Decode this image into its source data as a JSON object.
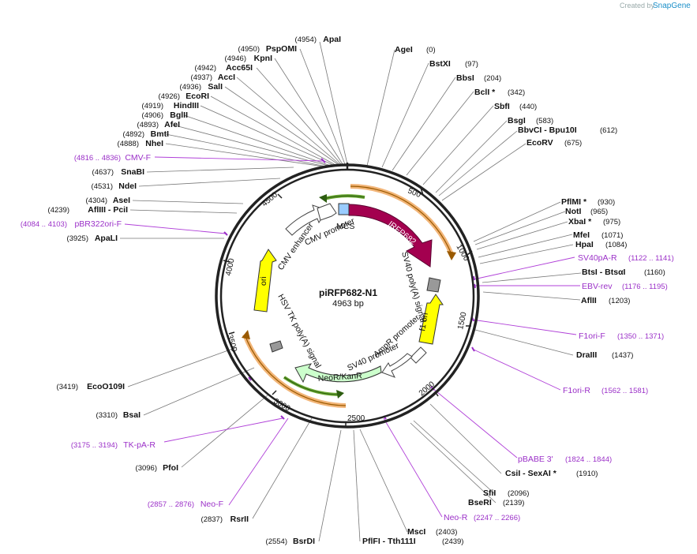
{
  "watermark": {
    "prefix": "Created by",
    "brand": "SnapGene"
  },
  "plasmid": {
    "name": "piRFP682-N1",
    "size_label": "4963 bp"
  },
  "ticks": [
    "500",
    "1000",
    "1500",
    "2000",
    "2500",
    "3000",
    "3500",
    "4000",
    "4500"
  ],
  "features": [
    {
      "label": "IRFP682",
      "color": "#a3004f"
    },
    {
      "label": "SV40 poly(A) signal",
      "color": "#999999"
    },
    {
      "label": "f1 ori",
      "color": "#ffff00"
    },
    {
      "label": "AmpR promoter",
      "color": "#ffffff"
    },
    {
      "label": "SV40 promoter",
      "color": "#ffffff"
    },
    {
      "label": "NeoR/KanR",
      "color": "#ccffcc"
    },
    {
      "label": "HSV TK poly(A) signal",
      "color": "#999999"
    },
    {
      "label": "ori",
      "color": "#ffff00"
    },
    {
      "label": "CMV enhancer",
      "color": "#ffffff"
    },
    {
      "label": "CMV promoter",
      "color": "#ffffff"
    },
    {
      "label": "MCS",
      "color": "#99ccff"
    }
  ],
  "sites": [
    {
      "name": "ApaI",
      "pos": "(4954)"
    },
    {
      "name": "PspOMI",
      "pos": "(4950)"
    },
    {
      "name": "KpnI",
      "pos": "(4946)"
    },
    {
      "name": "Acc65I",
      "pos": "(4942)"
    },
    {
      "name": "AccI",
      "pos": "(4937)"
    },
    {
      "name": "SalI",
      "pos": "(4936)"
    },
    {
      "name": "EcoRI",
      "pos": "(4926)"
    },
    {
      "name": "HindIII",
      "pos": "(4919)"
    },
    {
      "name": "BglII",
      "pos": "(4906)"
    },
    {
      "name": "AfeI",
      "pos": "(4893)"
    },
    {
      "name": "BmtI",
      "pos": "(4892)"
    },
    {
      "name": "NheI",
      "pos": "(4888)"
    },
    {
      "name": "SnaBI",
      "pos": "(4637)"
    },
    {
      "name": "NdeI",
      "pos": "(4531)"
    },
    {
      "name": "AseI",
      "pos": "(4304)"
    },
    {
      "name": "AflIII  - PciI",
      "pos": "(4239)"
    },
    {
      "name": "ApaLI",
      "pos": "(3925)"
    },
    {
      "name": "EcoO109I",
      "pos": "(3419)"
    },
    {
      "name": "BsaI",
      "pos": "(3310)"
    },
    {
      "name": "PfoI",
      "pos": "(3096)"
    },
    {
      "name": "RsrII",
      "pos": "(2837)"
    },
    {
      "name": "BsrDI",
      "pos": "(2554)"
    },
    {
      "name": "PflFI  - Tth111I",
      "pos": "(2439)"
    },
    {
      "name": "MscI",
      "pos": "(2403)"
    },
    {
      "name": "BseRI",
      "pos": "(2139)"
    },
    {
      "name": "SfiI",
      "pos": "(2096)"
    },
    {
      "name": "CsiI  - SexAI *",
      "pos": "(1910)"
    },
    {
      "name": "DraIII",
      "pos": "(1437)"
    },
    {
      "name": "AflII",
      "pos": "(1203)"
    },
    {
      "name": "BtsI  - BtsαI",
      "pos": "(1160)"
    },
    {
      "name": "HpaI",
      "pos": "(1084)"
    },
    {
      "name": "MfeI",
      "pos": "(1071)"
    },
    {
      "name": "XbaI *",
      "pos": "(975)"
    },
    {
      "name": "NotI",
      "pos": "(965)"
    },
    {
      "name": "PflMI *",
      "pos": "(930)"
    },
    {
      "name": "EcoRV",
      "pos": "(675)"
    },
    {
      "name": "BbvCI  - Bpu10I",
      "pos": "(612)"
    },
    {
      "name": "BsgI",
      "pos": "(583)"
    },
    {
      "name": "SbfI",
      "pos": "(440)"
    },
    {
      "name": "BclI *",
      "pos": "(342)"
    },
    {
      "name": "BbsI",
      "pos": "(204)"
    },
    {
      "name": "BstXI",
      "pos": "(97)"
    },
    {
      "name": "AgeI",
      "pos": "(0)"
    }
  ],
  "primers": [
    {
      "name": "CMV-F",
      "pos": "(4816 .. 4836)"
    },
    {
      "name": "pBR322ori-F",
      "pos": "(4084 .. 4103)"
    },
    {
      "name": "TK-pA-R",
      "pos": "(3175 .. 3194)"
    },
    {
      "name": "Neo-F",
      "pos": "(2857 .. 2876)"
    },
    {
      "name": "Neo-R",
      "pos": "(2247 .. 2266)"
    },
    {
      "name": "pBABE 3'",
      "pos": "(1824 .. 1844)"
    },
    {
      "name": "F1ori-R",
      "pos": "(1562 .. 1581)"
    },
    {
      "name": "F1ori-F",
      "pos": "(1350 .. 1371)"
    },
    {
      "name": "EBV-rev",
      "pos": "(1176 .. 1195)"
    },
    {
      "name": "SV40pA-R",
      "pos": "(1122 .. 1141)"
    }
  ]
}
